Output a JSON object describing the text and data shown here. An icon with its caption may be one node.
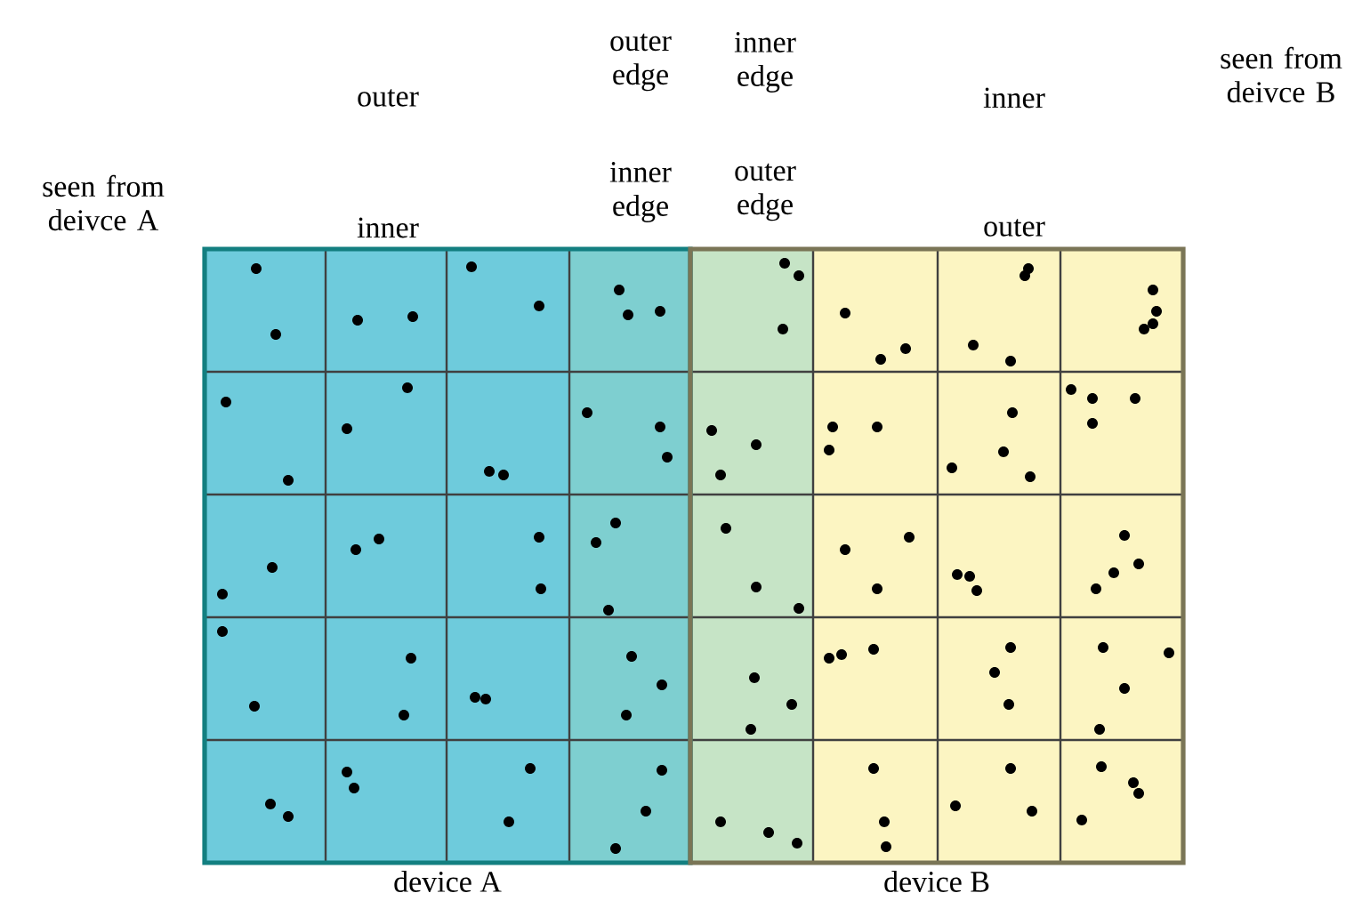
{
  "diagram": {
    "nodes": [
      {
        "text": [
          "device A"
        ]
      },
      {
        "text": [
          "device B"
        ]
      }
    ],
    "labels": [
      "outer",
      "outer edge",
      "inner edge",
      "inner",
      "seen from deivce B",
      "seen from deivce A",
      "inner",
      "inner edge",
      "outer edge",
      "outer"
    ]
  }
}
